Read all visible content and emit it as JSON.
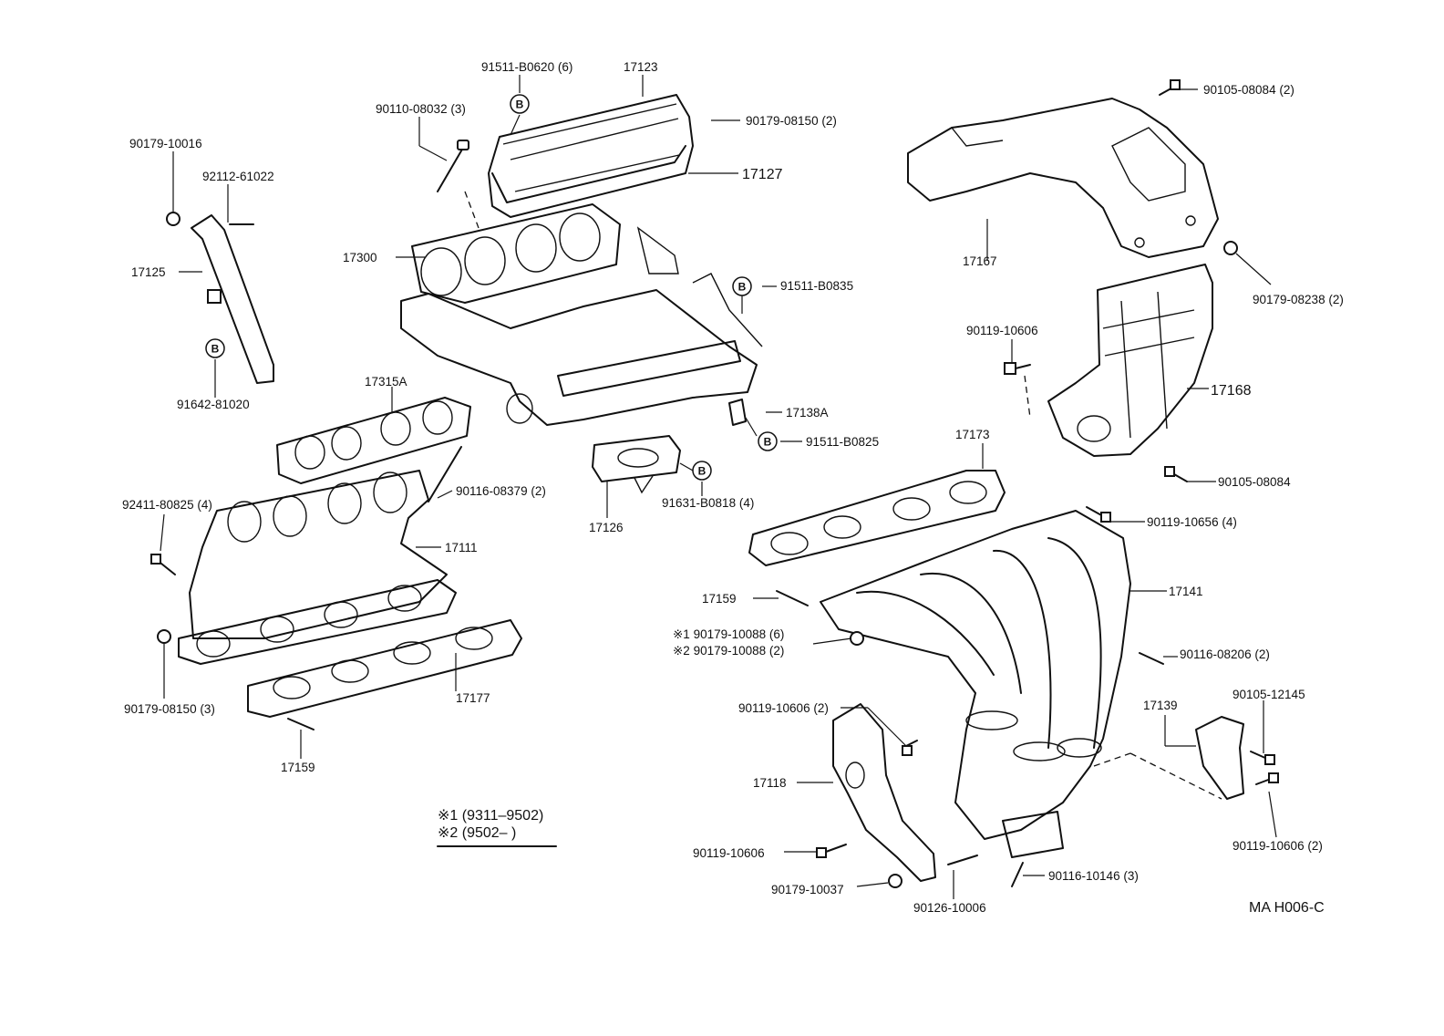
{
  "callout_letter": "B",
  "labels": {
    "p91511_b0620": "91511-B0620 (6)",
    "p17123": "17123",
    "p90110_08032": "90110-08032 (3)",
    "p90179_08150_2": "90179-08150 (2)",
    "p17127": "17127",
    "p90179_10016": "90179-10016",
    "p92112_61022": "92112-61022",
    "p17300": "17300",
    "p17125": "17125",
    "p91511_b0835": "91511-B0835",
    "p91642_81020": "91642-81020",
    "p17315a": "17315A",
    "p17138a": "17138A",
    "p91511_b0825": "91511-B0825",
    "p90116_08379": "90116-08379 (2)",
    "p91631_b0818": "91631-B0818 (4)",
    "p17126": "17126",
    "p92411_80825": "92411-80825 (4)",
    "p17111": "17111",
    "p90179_08150_3": "90179-08150 (3)",
    "p17177": "17177",
    "p17159_left": "17159",
    "p90105_08084_2": "90105-08084 (2)",
    "p17167": "17167",
    "p90179_08238": "90179-08238 (2)",
    "p90119_10606_top": "90119-10606",
    "p17168": "17168",
    "p17173": "17173",
    "p90105_08084": "90105-08084",
    "p90119_10656": "90119-10656 (4)",
    "p17159_right": "17159",
    "p17141": "17141",
    "p90179_10088_1": "※1  90179-10088 (6)",
    "p90179_10088_2": "※2  90179-10088 (2)",
    "p90116_08206": "90116-08206 (2)",
    "p90119_10606_2": "90119-10606 (2)",
    "p17139": "17139",
    "p90105_12145": "90105-12145",
    "p17118": "17118",
    "p90119_10606_right": "90119-10606 (2)",
    "p90119_10606_bottom": "90119-10606",
    "p90179_10037": "90179-10037",
    "p90126_10006": "90126-10006",
    "p90116_10146": "90116-10146 (3)"
  },
  "legend": {
    "line1": "※1 (9311–9502)",
    "line2": "※2 (9502–          )"
  },
  "diagram_code": "MA  H006-C"
}
